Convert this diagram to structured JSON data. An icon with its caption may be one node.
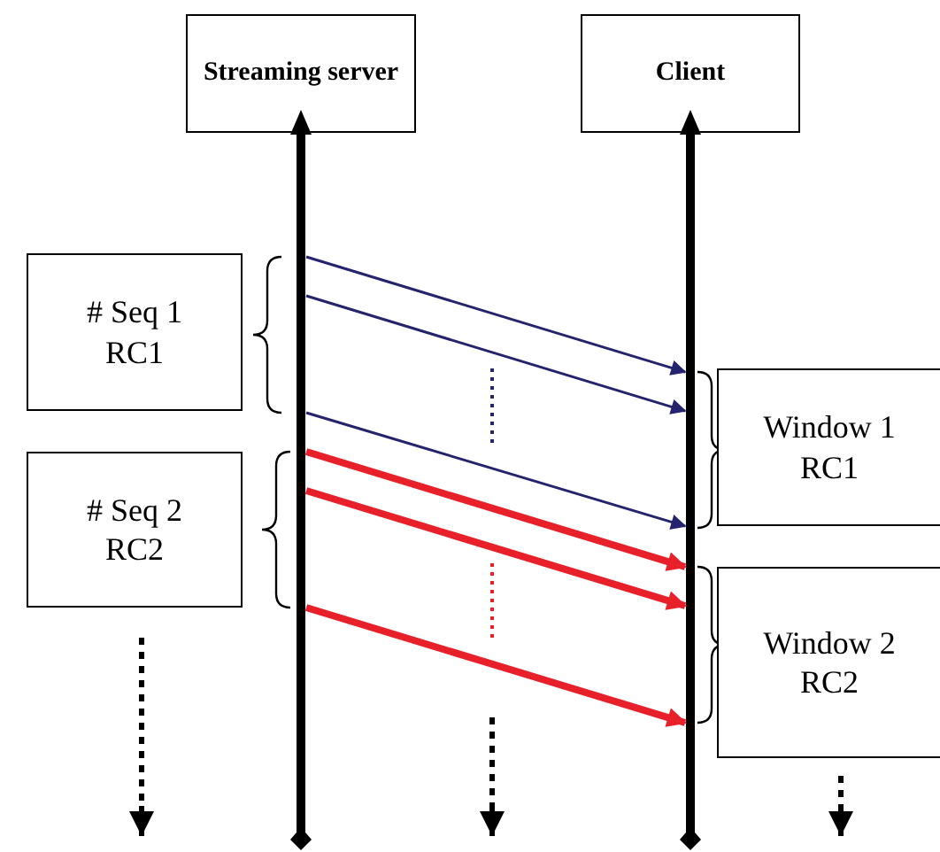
{
  "diagram": {
    "nodes": [
      {
        "text": [
          "Streaming server"
        ]
      },
      {
        "text": [
          "Client"
        ]
      },
      {
        "text": [
          "# Seq 1",
          "RC1"
        ]
      },
      {
        "text": [
          "# Seq 2",
          "RC2"
        ]
      },
      {
        "text": [
          "Window 1",
          "RC1"
        ]
      },
      {
        "text": [
          "Window 2",
          "RC2"
        ]
      },
      {
        "text": [],
        "shape": "bar"
      },
      {
        "text": [],
        "shape": "bar"
      }
    ],
    "edges": [
      {
        "from": 6,
        "to": 7,
        "arrow": "to",
        "color": "#23236e"
      },
      {
        "from": 6,
        "to": 7,
        "arrow": "to",
        "color": "#23236e"
      },
      {
        "from": 6,
        "to": 7,
        "arrow": "to",
        "color": "#23236e"
      },
      {
        "from": 6,
        "to": 7,
        "arrow": "to",
        "style": "thick",
        "color": "#e8202a"
      },
      {
        "from": 6,
        "to": 7,
        "arrow": "to",
        "style": "thick",
        "color": "#e8202a"
      },
      {
        "from": 6,
        "to": 7,
        "arrow": "to",
        "style": "thick",
        "color": "#e8202a"
      }
    ]
  }
}
